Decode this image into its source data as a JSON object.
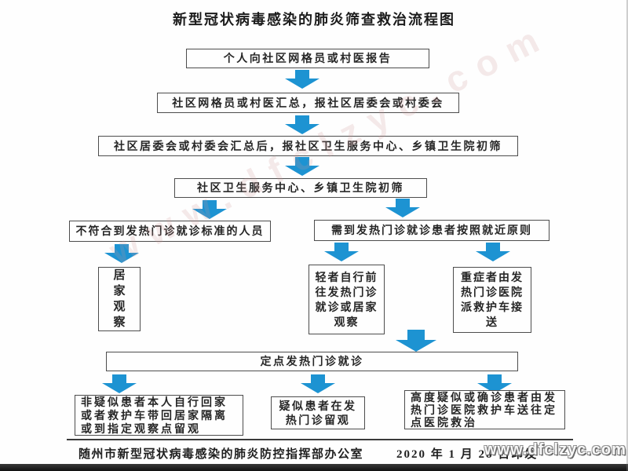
{
  "title": "新型冠状病毒感染的肺炎筛查救治流程图",
  "colors": {
    "arrow": "#1d93d2"
  },
  "flow": {
    "report": "个人向社区网格员或村医报告",
    "summary": "社区网格员或村医汇总，报社区居委会或村委会",
    "committee": "社区居委会或村委会汇总后，报社区卫生服务中心、乡镇卫生院初筛",
    "screening": "社区卫生服务中心、乡镇卫生院初筛",
    "not_meet": "不符合到发热门诊就诊标准的人员",
    "need_clinic": "需到发热门诊就诊患者按照就近原则",
    "home_observe": "居家观察",
    "mild": "轻者自行前往发热门诊就诊或居家观察",
    "severe": "重症者由发热门诊医院派救护车接送",
    "designated": "定点发热门诊就诊",
    "non_suspected": "非疑似患者本人自行回家或者救护车带回居家隔离或到指定观察点留观",
    "suspected": "疑似患者在发热门诊留观",
    "confirmed": "高度疑似或确诊患者由发热门诊医院救护车送往定点医院救治"
  },
  "footer": {
    "issuer": "随州市新型冠状病毒感染的肺炎防控指挥部办公室",
    "date": "2020 年 1 月 28 日印发"
  },
  "watermark": {
    "site": "www.dfclzyc.com"
  }
}
